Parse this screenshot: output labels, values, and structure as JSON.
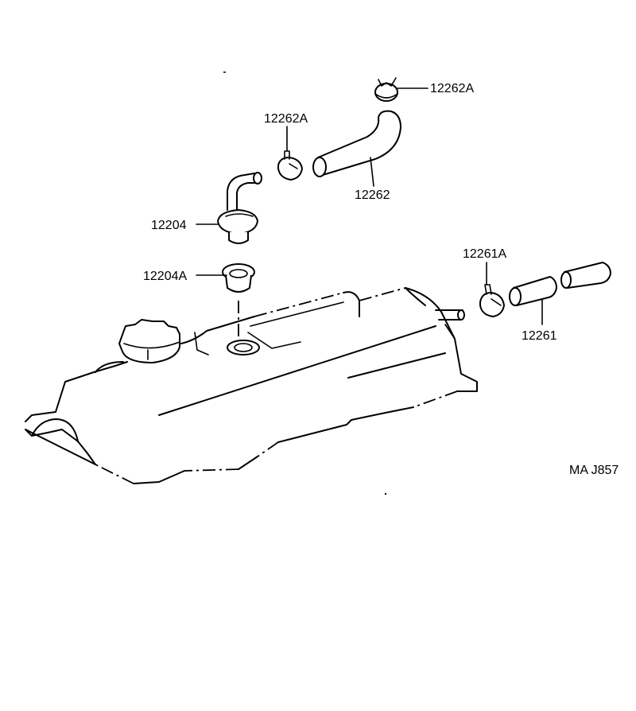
{
  "diagram": {
    "parts": [
      {
        "id": "p1",
        "label": "12262A"
      },
      {
        "id": "p2",
        "label": "12262A"
      },
      {
        "id": "p3",
        "label": "12262"
      },
      {
        "id": "p4",
        "label": "12204"
      },
      {
        "id": "p5",
        "label": "12204A"
      },
      {
        "id": "p6",
        "label": "12261A"
      },
      {
        "id": "p7",
        "label": "12261"
      }
    ],
    "figure_code": "MA J857"
  }
}
